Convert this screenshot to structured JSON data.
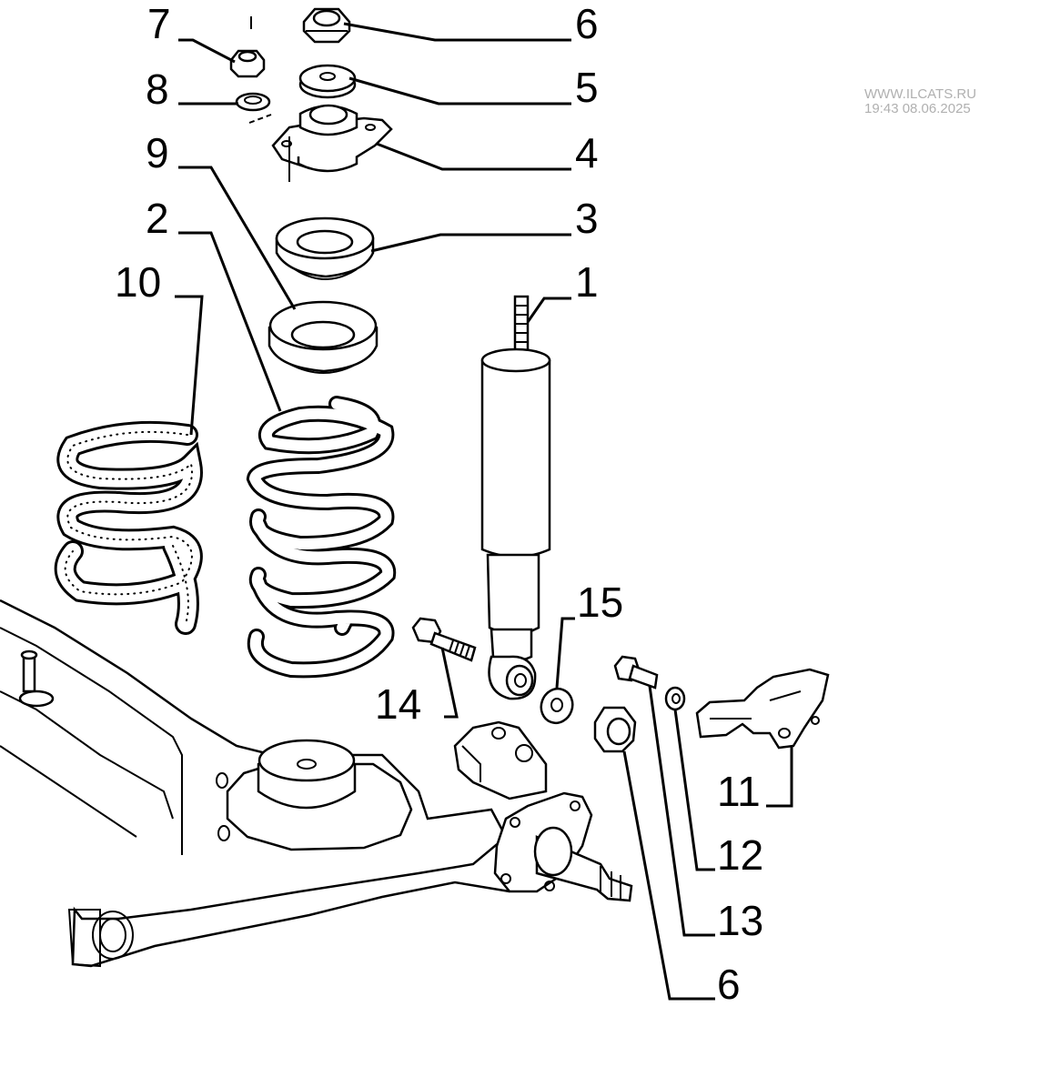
{
  "watermark": {
    "site": "WWW.ILCATS.RU",
    "stamp": "19:43 08.06.2025"
  },
  "callouts": {
    "c1": "1",
    "c2": "2",
    "c3": "3",
    "c4": "4",
    "c5": "5",
    "c6_top": "6",
    "c6_bottom": "6",
    "c7": "7",
    "c8": "8",
    "c9": "9",
    "c10": "10",
    "c11": "11",
    "c12": "12",
    "c13": "13",
    "c14": "14",
    "c15": "15"
  }
}
